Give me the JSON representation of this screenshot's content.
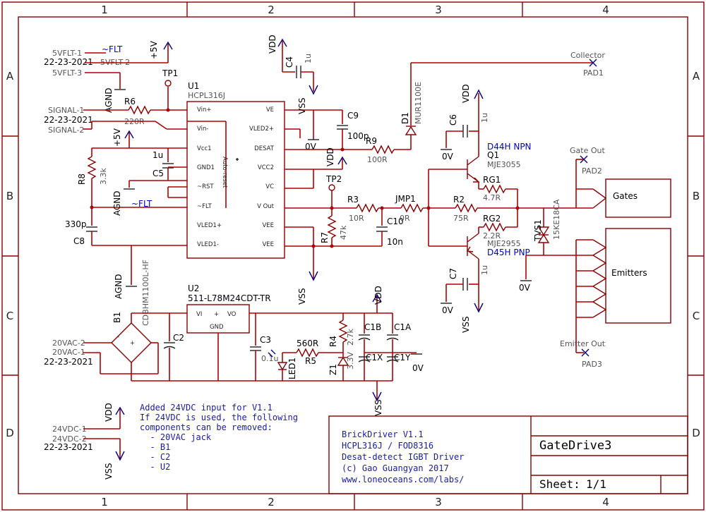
{
  "zones": {
    "cols": [
      "1",
      "2",
      "3",
      "4"
    ],
    "rows": [
      "A",
      "B",
      "C",
      "D"
    ]
  },
  "connectors": {
    "flt": {
      "pin1": "5VFLT-1",
      "part": "22-23-2021",
      "pin2": "5VFLT-2",
      "pin3": "5VFLT-3"
    },
    "signal": {
      "pin1": "SIGNAL-1",
      "part": "22-23-2021",
      "pin2": "SIGNAL-2"
    },
    "vac": {
      "pin2": "20VAC-2",
      "pin1": "20VAC-1",
      "part": "22-23-2021"
    },
    "vdc": {
      "pin1": "24VDC-1",
      "pin2": "24VDC-2",
      "part": "22-23-2021"
    }
  },
  "nets": {
    "flt": "~FLT",
    "plus5v": "+5V",
    "agnd": "AGND",
    "vdd": "VDD",
    "vss": "VSS",
    "zero_v": "0V",
    "collector": "Collector",
    "gate_out": "Gate Out",
    "emitter_out": "Emitter Out",
    "pad1": "PAD1",
    "pad2": "PAD2",
    "pad3": "PAD3",
    "gates": "Gates",
    "emitters": "Emitters"
  },
  "u1": {
    "ref": "U1",
    "part": "HCPL316J",
    "annotation": "Auto-reset",
    "left_pins": [
      "Vin+",
      "Vin-",
      "Vcc1",
      "GND1",
      "~RST",
      "~FLT",
      "VLED1+",
      "VLED1-"
    ],
    "right_pins": [
      "VE",
      "VLED2+",
      "DESAT",
      "VCC2",
      "VC",
      "V Out",
      "VEE",
      "VEE"
    ]
  },
  "u2": {
    "ref": "U2",
    "part": "511-L78M24CDT-TR",
    "vi": "VI",
    "vo": "VO",
    "gnd": "GND",
    "plus": "+"
  },
  "parts": {
    "tp1": "TP1",
    "tp2": "TP2",
    "r6": {
      "ref": "R6",
      "value": "220R"
    },
    "r8": {
      "ref": "R8",
      "value": "3.3k"
    },
    "r3": {
      "ref": "R3",
      "value": "10R"
    },
    "r7": {
      "ref": "R7",
      "value": "47k"
    },
    "r9": {
      "ref": "R9",
      "value": "100R"
    },
    "r2": {
      "ref": "R2",
      "value": "75R"
    },
    "r4": {
      "ref": "R4",
      "value": "2.7k"
    },
    "r5": {
      "ref": "R5",
      "value": "560R"
    },
    "rg1": {
      "ref": "RG1",
      "value": "4.7R"
    },
    "rg2": {
      "ref": "RG2",
      "value": "2.2R"
    },
    "c4": {
      "ref": "C4",
      "value": "1u"
    },
    "c5": {
      "ref": "C5",
      "value": "1u"
    },
    "c8": {
      "ref": "C8",
      "value": "330p"
    },
    "c9": {
      "ref": "C9",
      "value": "100p"
    },
    "c10": {
      "ref": "C10",
      "value": "10n"
    },
    "c6": {
      "ref": "C6",
      "value": "1u"
    },
    "c7": {
      "ref": "C7",
      "value": "1u"
    },
    "c2": "C2",
    "c3": {
      "ref": "C3",
      "value": "0.1u"
    },
    "c1a": "C1A",
    "c1b": "C1B",
    "c1x": "C1X",
    "c1y": "C1Y",
    "d1": {
      "ref": "D1",
      "part": "MUR1100E"
    },
    "jmp1": {
      "ref": "JMP1",
      "value": "0R"
    },
    "q1": {
      "name": "D44H NPN",
      "ref": "Q1",
      "part": "MJE3055"
    },
    "q2": {
      "name": "D45H PNP",
      "part": "MJE2955"
    },
    "tvs1": {
      "ref": "TVS1",
      "part": "15KE18CA"
    },
    "b1": {
      "ref": "B1",
      "part": "CDBHM1100L-HF"
    },
    "led1": "LED1",
    "z1": "Z1",
    "z1_val": "3.3V"
  },
  "note": [
    "Added 24VDC input for V1.1",
    "If 24VDC is used, the following",
    "components can be removed:",
    "  - 20VAC jack",
    "  - B1",
    "  - C2",
    "  - U2"
  ],
  "title_block": {
    "lines": [
      "BrickDriver V1.1",
      "HCPL316J / FOD8316",
      "Desat-detect IGBT Driver",
      "(c) Gao Guangyan 2017",
      "www.loneoceans.com/labs/"
    ],
    "name": "GateDrive3",
    "sheet_label": "Sheet:",
    "sheet_value": "1/1"
  }
}
